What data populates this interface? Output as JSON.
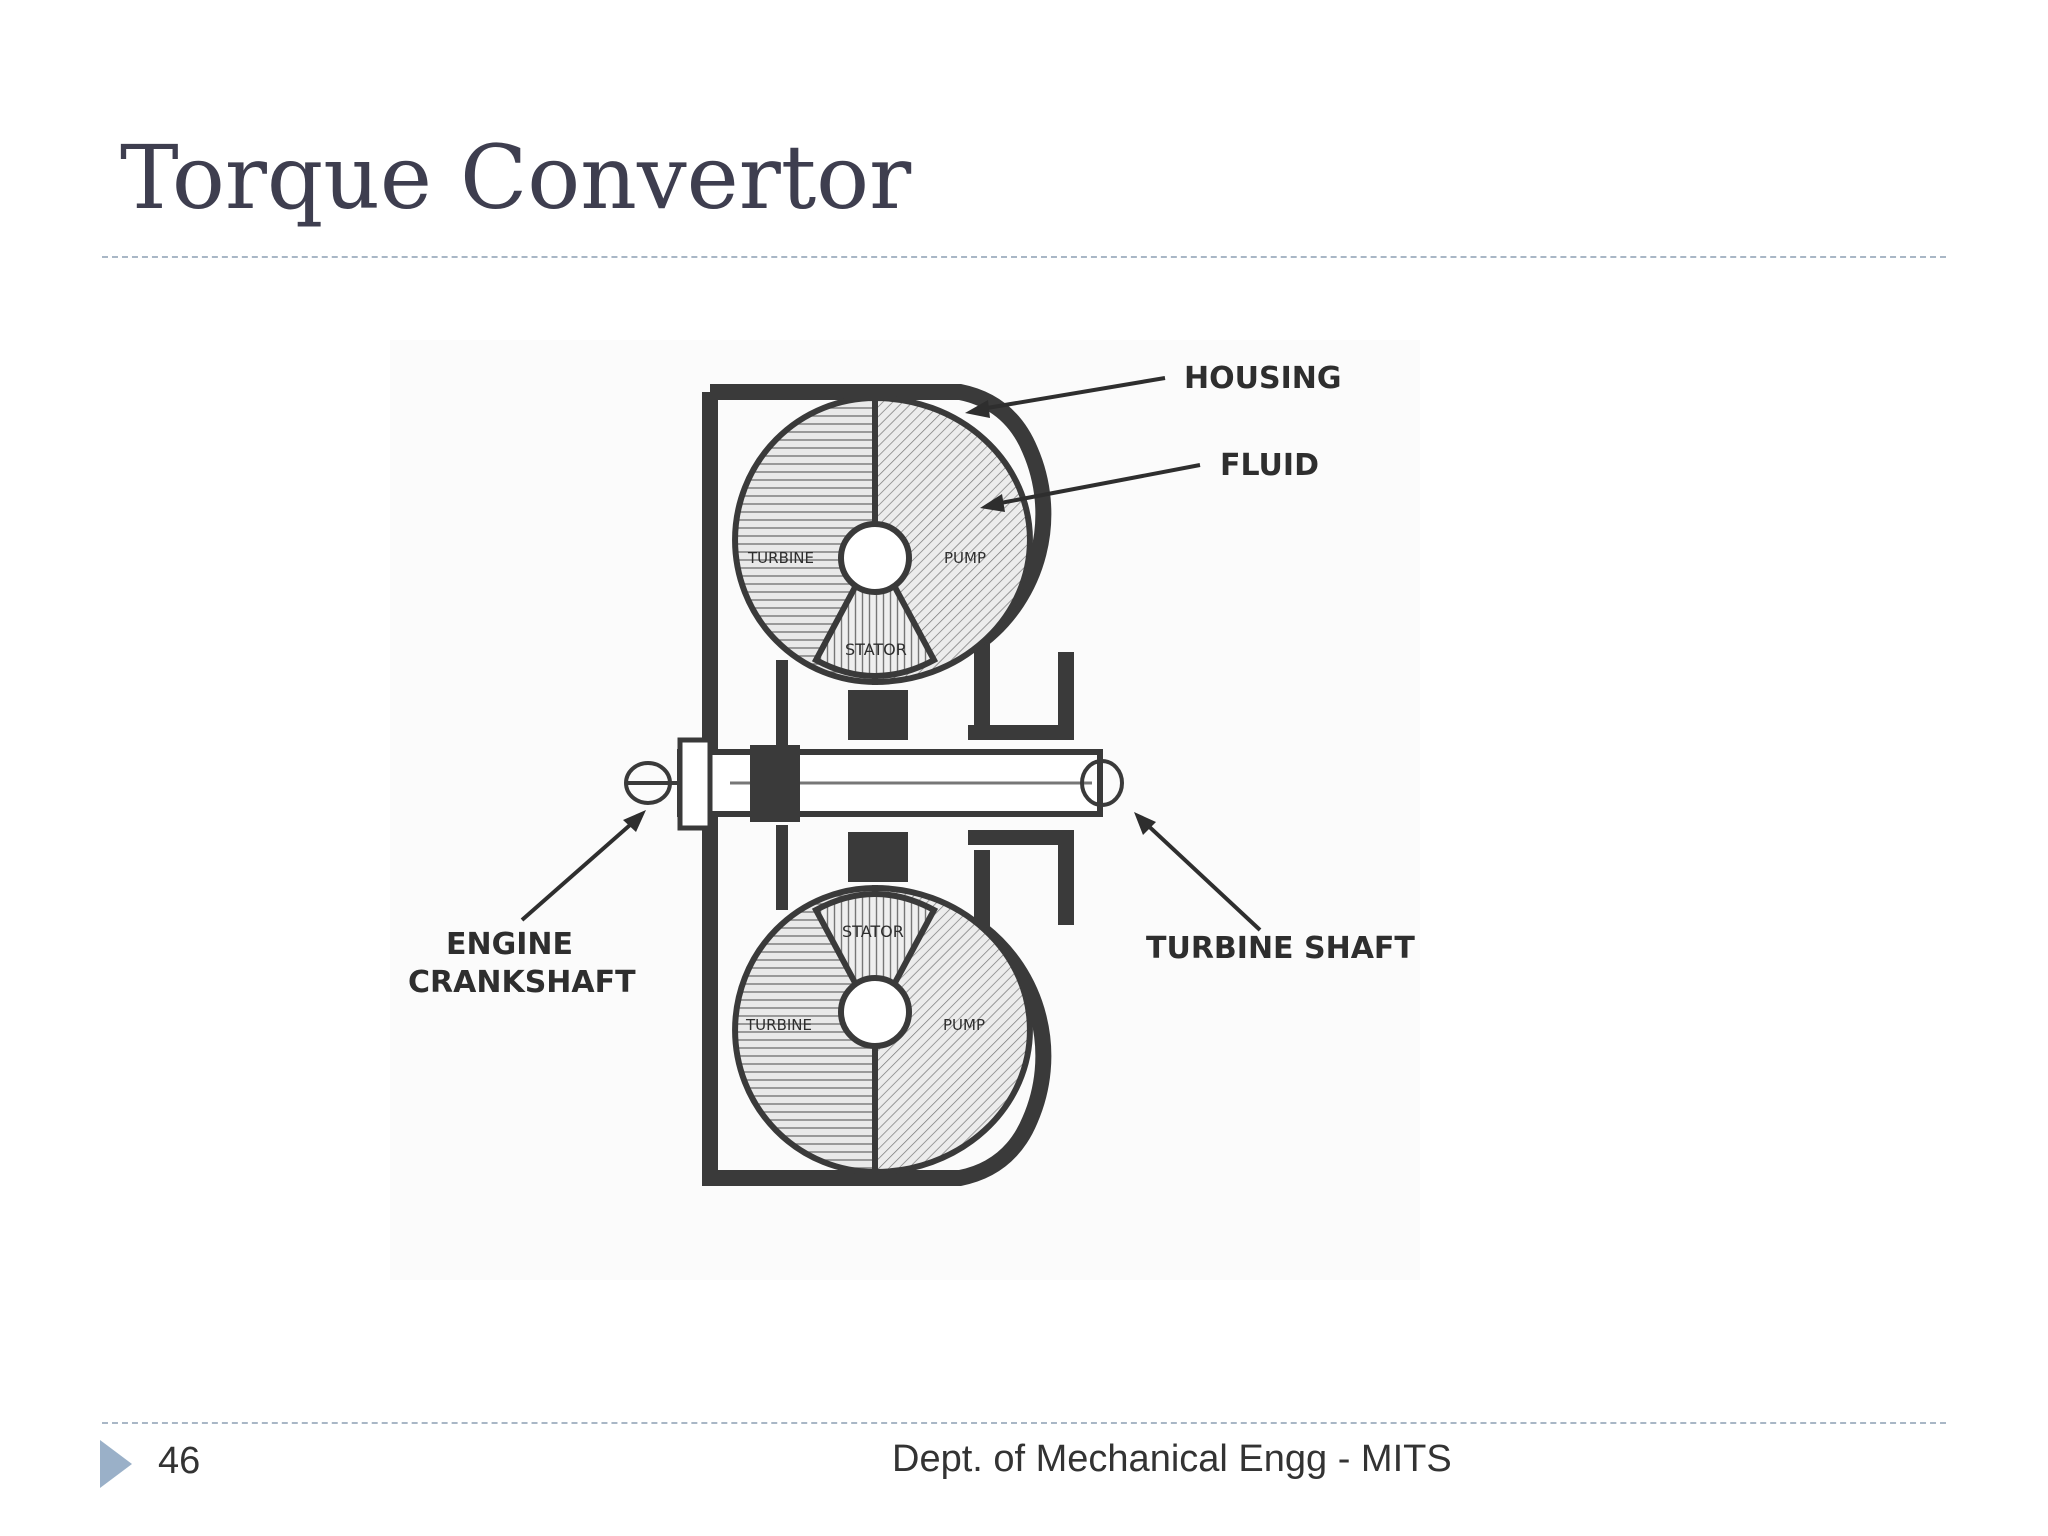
{
  "slide": {
    "title": "Torque Convertor",
    "page_number": "46",
    "footer": "Dept. of Mechanical Engg - MITS"
  },
  "diagram": {
    "labels": {
      "housing": "HOUSING",
      "fluid": "FLUID",
      "engine_crankshaft_line1": "ENGINE",
      "engine_crankshaft_line2": "CRANKSHAFT",
      "turbine_shaft": "TURBINE SHAFT",
      "turbine": "TURBINE",
      "pump": "PUMP",
      "stator": "STATOR"
    }
  },
  "colors": {
    "title": "#3e3e4f",
    "rule": "#a9b7c6",
    "footer_arrow": "#9ab0c8",
    "ink": "#2e2e2e"
  }
}
